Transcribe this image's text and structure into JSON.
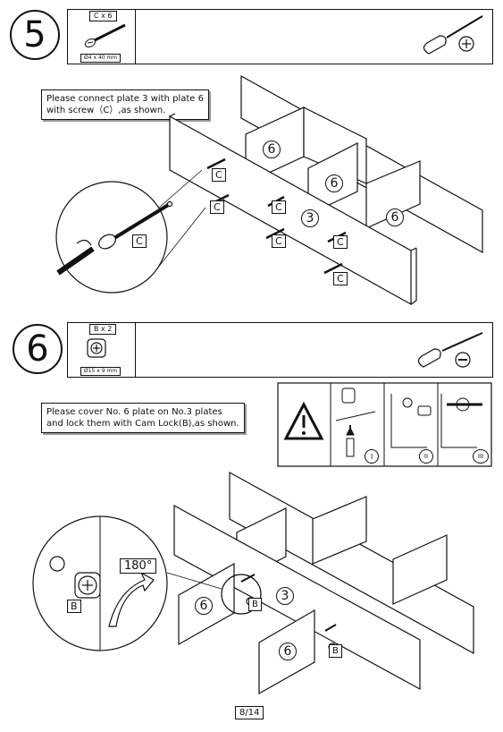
{
  "step5": {
    "number": "5",
    "part_qty": "C x 6",
    "part_dim": "Ø4 x 40 mm",
    "instruction_line1": "Please connect plate 3 with plate 6",
    "instruction_line2": "with screw（C）,as shown.",
    "screw_label": "C",
    "plate_labels": {
      "p6a": "6",
      "p6b": "6",
      "p6c": "6",
      "p3": "3"
    },
    "callouts": [
      "C",
      "C",
      "C",
      "C",
      "C",
      "C"
    ],
    "tool_icon": "phillips-screwdriver-icon"
  },
  "step6": {
    "number": "6",
    "part_qty": "B x 2",
    "part_dim": "Ø15 x 9 mm",
    "instruction_line1": "Please cover No. 6 plate on No.3 plates",
    "instruction_line2": "and lock them with Cam Lock(B),as shown.",
    "rotation": "180°",
    "detail_label": "B",
    "plate_labels": {
      "p6a": "6",
      "p6b": "6",
      "p3": "3"
    },
    "callouts": [
      "B",
      "B"
    ],
    "warning_steps": [
      "I",
      "II",
      "III"
    ],
    "tool_icon": "flathead-screwdriver-icon"
  },
  "page": "8/14"
}
